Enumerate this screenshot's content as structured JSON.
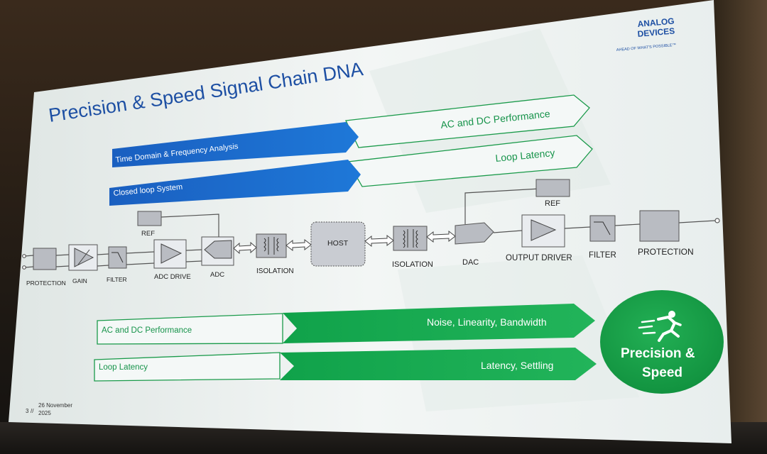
{
  "slide": {
    "title": "Precision & Speed Signal Chain DNA",
    "logo": {
      "line1": "ANALOG",
      "line2": "DEVICES",
      "tagline": "AHEAD OF WHAT'S POSSIBLE™"
    },
    "top_arrows": [
      {
        "left_label": "Time Domain & Frequency Analysis",
        "right_label": "AC and DC Performance"
      },
      {
        "left_label": "Closed loop System",
        "right_label": "Loop Latency"
      }
    ],
    "chain_left": [
      "PROTECTION",
      "GAIN",
      "FILTER",
      "ADC DRIVE",
      "ADC",
      "ISOLATION"
    ],
    "ref_left": "REF",
    "host": "HOST",
    "chain_right": [
      "ISOLATION",
      "DAC",
      "OUTPUT DRIVER",
      "FILTER",
      "PROTECTION"
    ],
    "ref_right": "REF",
    "bottom_arrows": [
      {
        "left_label": "AC and DC Performance",
        "right_label": "Noise, Linearity, Bandwidth"
      },
      {
        "left_label": "Loop Latency",
        "right_label": "Latency, Settling"
      }
    ],
    "badge": {
      "line1": "Precision &",
      "line2": "Speed"
    },
    "footer": {
      "page": "3",
      "date_line1": "26 November",
      "date_line2": "2025"
    },
    "colors": {
      "title_blue": "#1d4fa3",
      "arrow_blue": "#1766c6",
      "arrow_green": "#18a34e",
      "badge_green": "#159a45",
      "block_gray": "#b9bcc2"
    }
  }
}
